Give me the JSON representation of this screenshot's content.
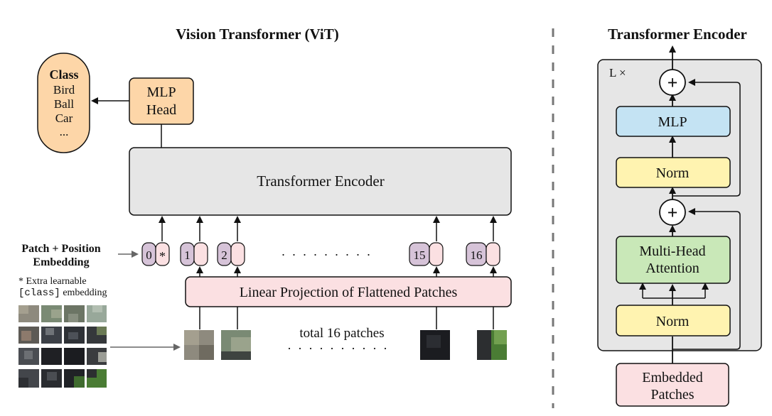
{
  "left_title": "Vision Transformer (ViT)",
  "right_title": "Transformer Encoder",
  "class_box": {
    "title": "Class",
    "items": [
      "Bird",
      "Ball",
      "Car",
      "..."
    ]
  },
  "mlp_head": [
    "MLP",
    "Head"
  ],
  "transformer_encoder_label": "Transformer Encoder",
  "embedding_label": [
    "Patch + Position",
    "Embedding"
  ],
  "extra_note": {
    "line1": "* Extra learnable",
    "line2_code": "[class]",
    "line2_rest": " embedding"
  },
  "tokens": [
    "0",
    "1",
    "2",
    "15",
    "16"
  ],
  "class_token_marker": "*",
  "dots": ". . . . . . . . .",
  "linear_projection": "Linear Projection of Flattened Patches",
  "patches_label": "total 16 patches",
  "patch_dots": ". . . . . . . . . .",
  "encoder_block": {
    "repeat": "L ×",
    "mlp": "MLP",
    "norm_top": "Norm",
    "attention": [
      "Multi-Head",
      "Attention"
    ],
    "norm_bottom": "Norm",
    "input": [
      "Embedded",
      "Patches"
    ],
    "plus": "+"
  },
  "colors": {
    "class_fill": "#fdd6a8",
    "mlp_head_fill": "#fdd6a8",
    "encoder_fill": "#e6e6e6",
    "token_index_fill": "#d6c3d8",
    "token_embed_fill": "#fbe0e2",
    "linear_fill": "#fbe0e2",
    "mlp_fill": "#c4e3f3",
    "norm_fill": "#fff3b0",
    "attention_fill": "#c9e8b8",
    "embedded_fill": "#fbe0e2",
    "block_bg": "#e6e6e6"
  }
}
